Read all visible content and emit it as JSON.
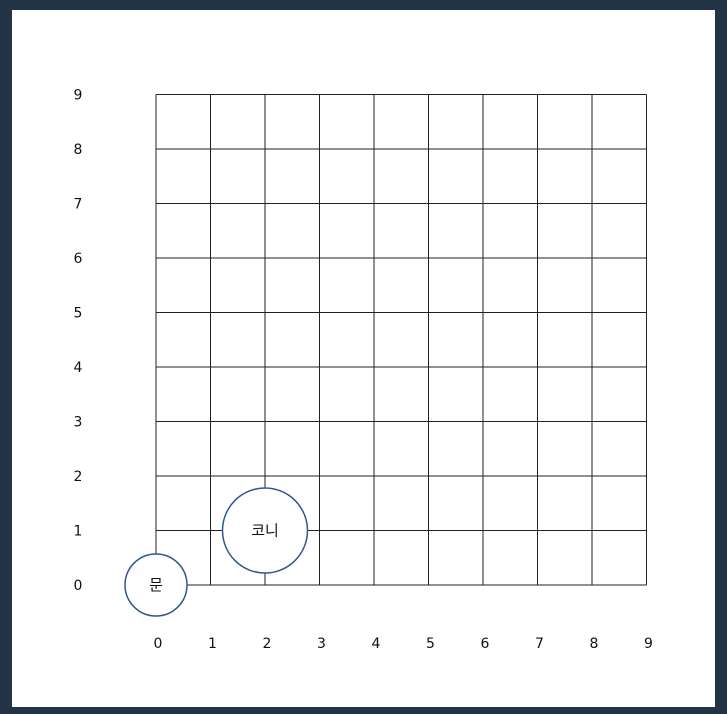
{
  "grid": {
    "x_labels": [
      "0",
      "1",
      "2",
      "3",
      "4",
      "5",
      "6",
      "7",
      "8",
      "9"
    ],
    "y_labels": [
      "0",
      "1",
      "2",
      "3",
      "4",
      "5",
      "6",
      "7",
      "8",
      "9"
    ]
  },
  "tokens": [
    {
      "label": "문",
      "x": 0,
      "y": 0,
      "size": "small"
    },
    {
      "label": "코니",
      "x": 2,
      "y": 1,
      "size": "large"
    }
  ],
  "colors": {
    "page_background": "#243447",
    "panel": "#ffffff",
    "grid_line": "#222222",
    "token_stroke": "#2f5592"
  }
}
